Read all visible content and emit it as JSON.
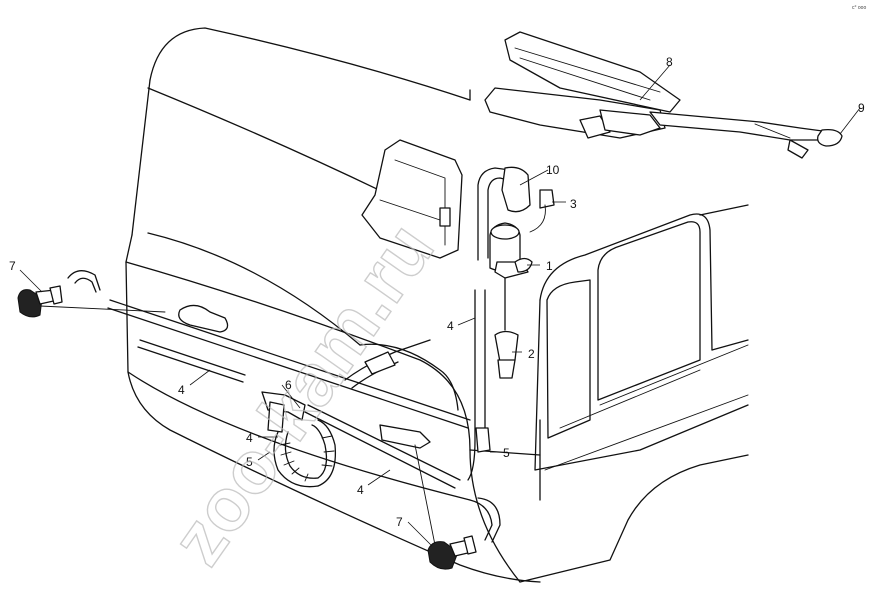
{
  "corner_code": "c° ooo",
  "watermark": "zoo-kam.ru",
  "callouts": [
    {
      "id": "c1",
      "label": "1"
    },
    {
      "id": "c2",
      "label": "2"
    },
    {
      "id": "c3",
      "label": "3"
    },
    {
      "id": "c4a",
      "label": "4"
    },
    {
      "id": "c4b",
      "label": "4"
    },
    {
      "id": "c4c",
      "label": "4"
    },
    {
      "id": "c4d",
      "label": "4"
    },
    {
      "id": "c5a",
      "label": "5"
    },
    {
      "id": "c5b",
      "label": "5"
    },
    {
      "id": "c6",
      "label": "6"
    },
    {
      "id": "c7a",
      "label": "7"
    },
    {
      "id": "c7b",
      "label": "7"
    },
    {
      "id": "c8",
      "label": "8"
    },
    {
      "id": "c9",
      "label": "9"
    },
    {
      "id": "c10",
      "label": "10"
    }
  ]
}
